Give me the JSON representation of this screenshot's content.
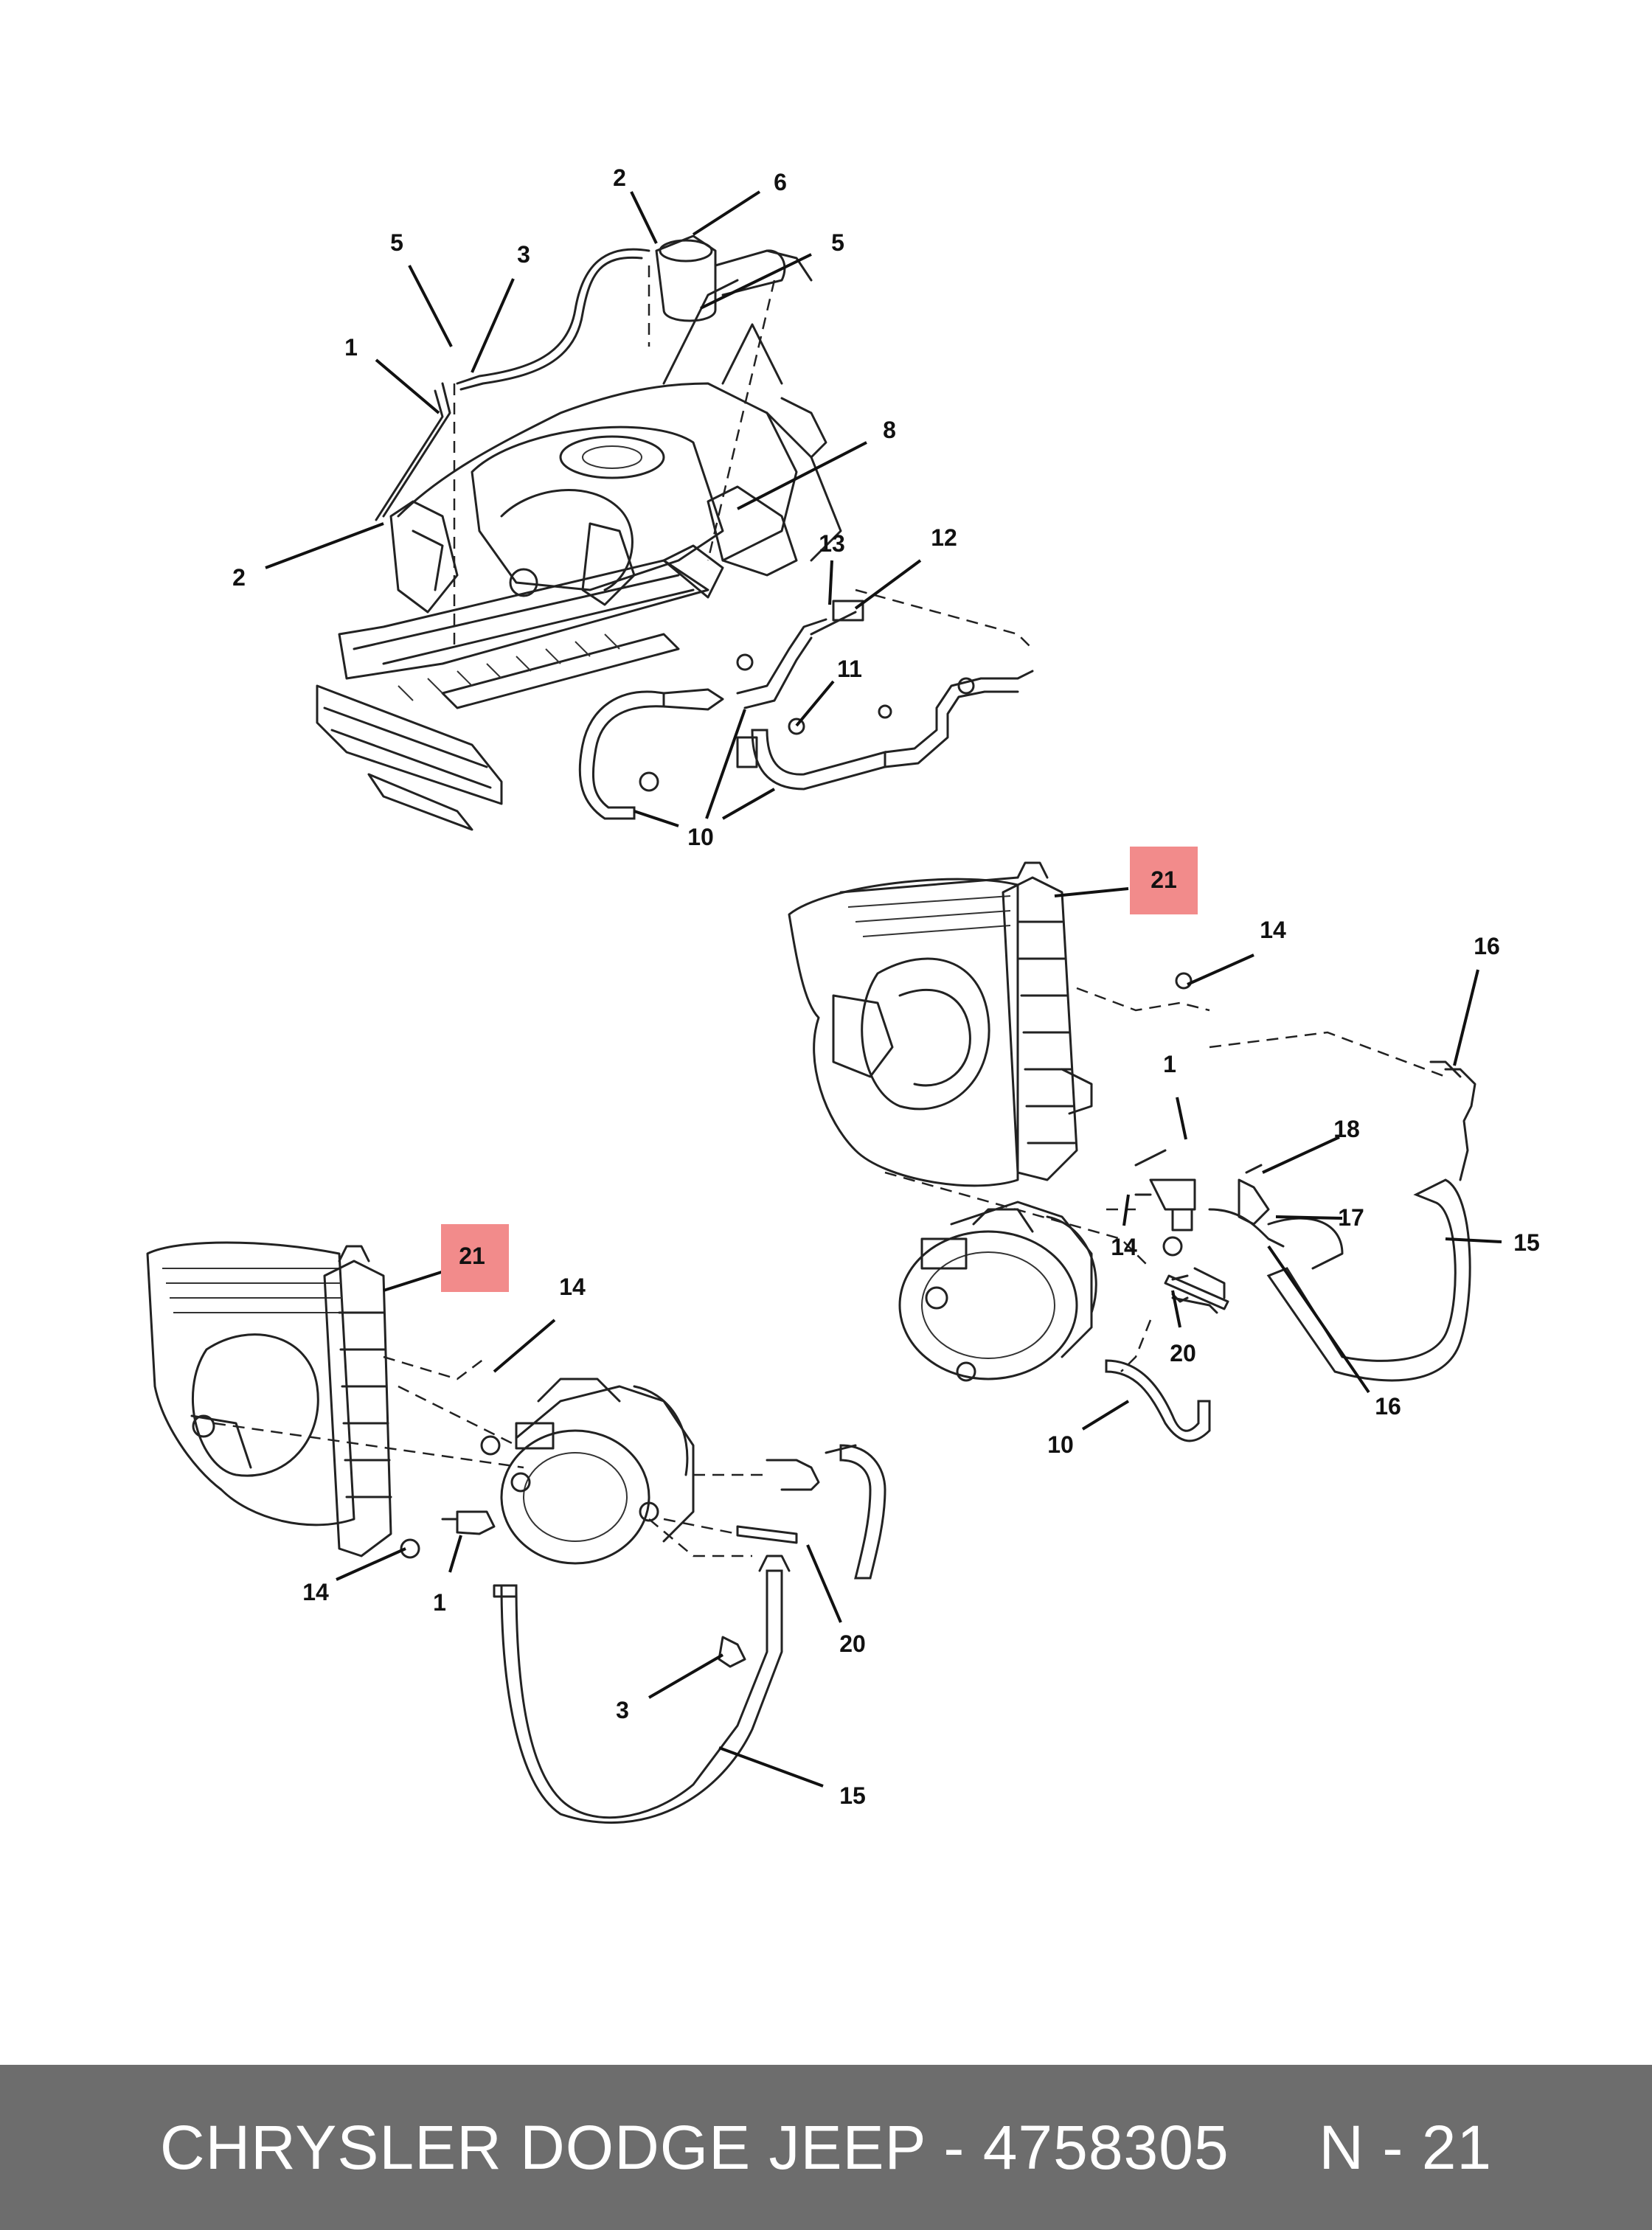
{
  "diagram": {
    "highlight_color": "#f28b8b",
    "callouts": {
      "top": [
        "2",
        "6",
        "5",
        "3",
        "5",
        "1",
        "8",
        "2",
        "13",
        "12",
        "11",
        "10"
      ],
      "right": [
        "21",
        "14",
        "16",
        "1",
        "18",
        "17",
        "14",
        "15",
        "20",
        "16",
        "10"
      ],
      "left": [
        "21",
        "14",
        "14",
        "1",
        "20",
        "3",
        "15"
      ]
    }
  },
  "footer": {
    "title": "CHRYSLER DODGE JEEP - 4758305     N - 21",
    "background": "#6d6d6d"
  }
}
